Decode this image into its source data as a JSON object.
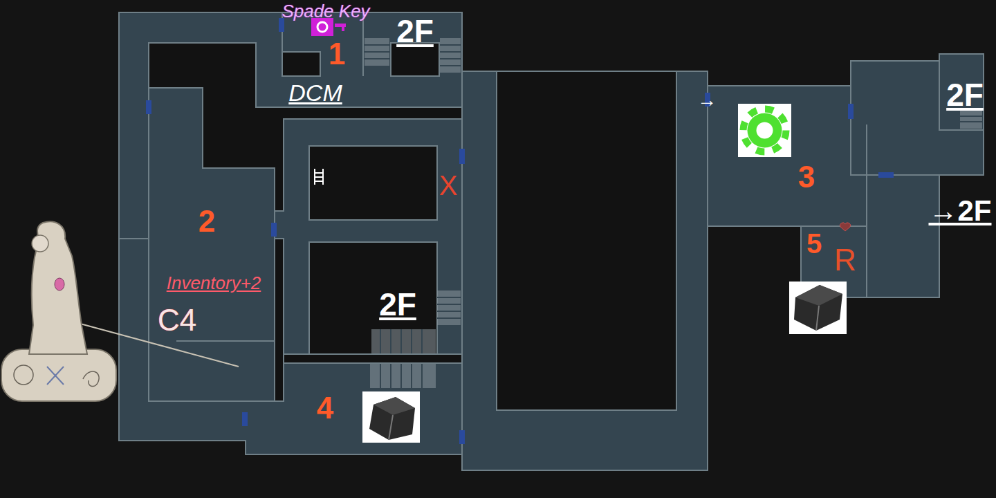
{
  "diagram": {
    "labels": [
      "Spade Key",
      "1",
      "2F",
      "DCM",
      "2",
      "Inventory+2",
      "C4",
      "X",
      "2F",
      "4",
      "→",
      "3",
      "2F",
      "→2F",
      "5",
      "R"
    ]
  }
}
